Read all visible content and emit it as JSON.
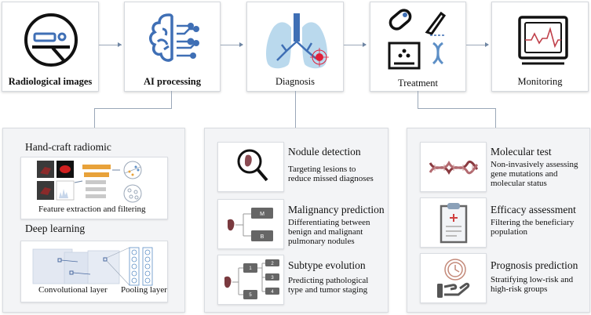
{
  "pipeline": [
    {
      "label": "Radiological images",
      "icon": "ct-scanner-icon"
    },
    {
      "label": "AI processing",
      "icon": "ai-brain-icon"
    },
    {
      "label": "Diagnosis",
      "icon": "lungs-icon"
    },
    {
      "label": "Treatment",
      "icon": "treatment-icon"
    },
    {
      "label": "Monitoring",
      "icon": "monitor-icon"
    }
  ],
  "ai_panel": {
    "handcraft_title": "Hand-craft radiomic",
    "handcraft_caption": "Feature extraction and filtering",
    "deep_title": "Deep learning",
    "conv_caption": "Convolutional layer",
    "pool_caption": "Pooling layer"
  },
  "diagnosis_panel": {
    "items": [
      {
        "title": "Nodule detection",
        "desc": [
          "Targeting lesions to",
          "reduce missed diagnoses"
        ],
        "icon": "magnifier-nodule-icon"
      },
      {
        "title": "Malignancy prediction",
        "desc": [
          "Differentiating between",
          "benign and malignant",
          "pulmonary nodules"
        ],
        "icon": "classification-tree-icon",
        "nodes": [
          "M",
          "B"
        ]
      },
      {
        "title": "Subtype evolution",
        "desc": [
          "Predicting pathological",
          "type and tumor staging"
        ],
        "icon": "staging-tree-icon",
        "nodes": [
          "1",
          "2",
          "3",
          "4",
          "5"
        ]
      }
    ]
  },
  "treatment_panel": {
    "items": [
      {
        "title": "Molecular test",
        "desc": [
          "Non-invasively assessing",
          "gene mutations and",
          "molecular status"
        ],
        "icon": "dna-icon"
      },
      {
        "title": "Efficacy assessment",
        "desc": [
          "Filtering the beneficiary",
          "population"
        ],
        "icon": "clipboard-icon"
      },
      {
        "title": "Prognosis prediction",
        "desc": [
          "Stratifying low-risk and",
          "high-risk groups"
        ],
        "icon": "hand-clock-icon"
      }
    ]
  },
  "colors": {
    "icon_blue": "#3f6fb5",
    "lung_blue": "#a9cfe8",
    "target_red": "#e0203a",
    "nodule_red": "#7a3a3f",
    "bar_orange": "#e8a23a",
    "node_gray": "#666666",
    "connector": "#9aa7b8"
  }
}
